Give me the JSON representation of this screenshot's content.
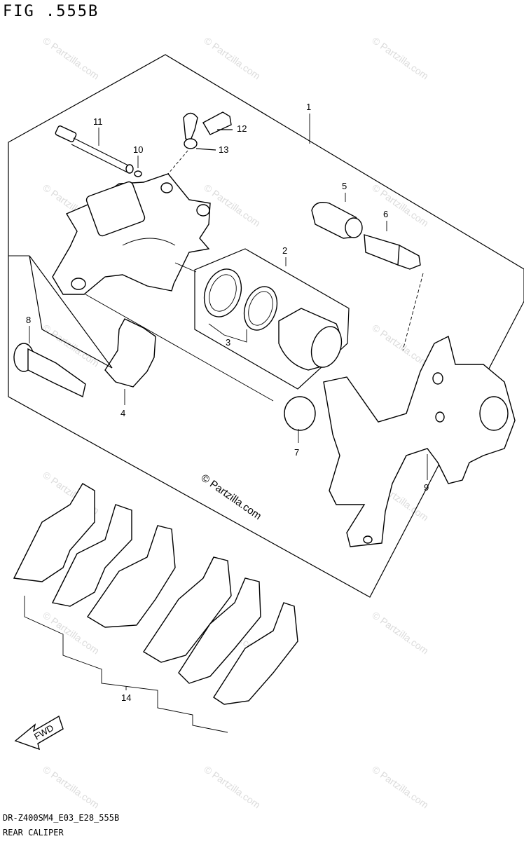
{
  "figure": {
    "title": "FIG .555B",
    "code": "DR-Z400SM4_E03_E28_555B",
    "name": "REAR CALIPER"
  },
  "watermark": {
    "text": "© Partzilla.com",
    "main_text": "© Partzilla.com"
  },
  "callouts": [
    "1",
    "2",
    "3",
    "4",
    "5",
    "6",
    "7",
    "8",
    "9",
    "10",
    "11",
    "12",
    "13",
    "14"
  ],
  "direction_label": "FWD"
}
